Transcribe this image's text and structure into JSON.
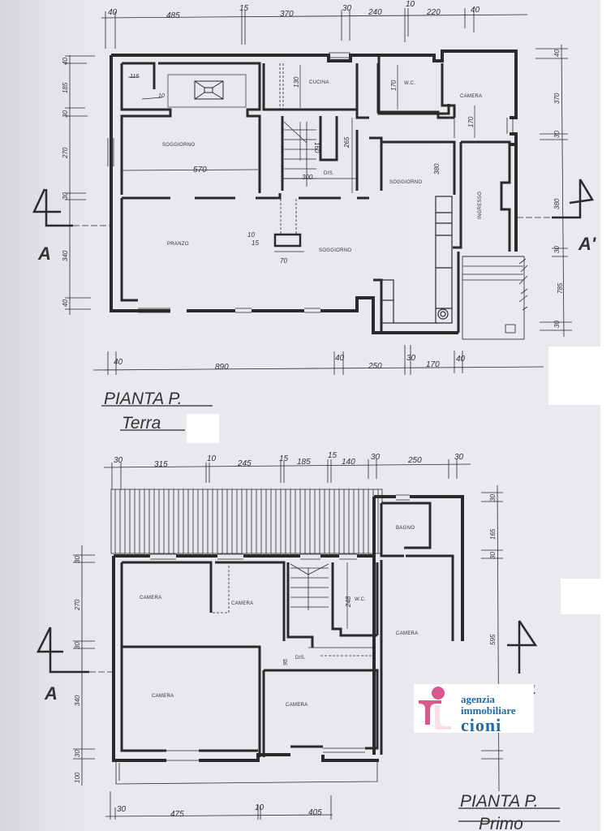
{
  "ground_floor": {
    "title_line1": "PIANTA P.",
    "title_line2": "Terra",
    "top_dimensions": [
      "40",
      "485",
      "15",
      "370",
      "30",
      "240",
      "10",
      "220",
      "40"
    ],
    "bottom_dimensions": [
      "40",
      "890",
      "40",
      "250",
      "30",
      "170",
      "40"
    ],
    "left_dimensions": [
      "40",
      "185",
      "30",
      "270",
      "30",
      "340",
      "40"
    ],
    "right_dimensions": [
      "40",
      "370",
      "30",
      "380",
      "30",
      "785",
      "30"
    ],
    "inner_dimensions": [
      "116",
      "10",
      "570",
      "130",
      "170",
      "170",
      "160",
      "265",
      "300",
      "10",
      "15",
      "70",
      "380"
    ],
    "rooms": {
      "soggiorno_1": "SOGGIORNO",
      "cucina": "CUCINA",
      "wc": "W.C.",
      "camera": "CAMERA",
      "dis": "DIS.",
      "soggiorno_2": "SOGGIORNO",
      "ingresso": "INGRESSO",
      "pranzo": "PRANZO",
      "soggiorno_3": "SOGGIORNO"
    },
    "section_left": "A",
    "section_right": "A'",
    "section_marker": "4"
  },
  "first_floor": {
    "title_line1": "PIANTA P.",
    "title_line2": "Primo",
    "top_dimensions": [
      "30",
      "315",
      "10",
      "245",
      "15",
      "185",
      "15",
      "140",
      "30",
      "250",
      "30"
    ],
    "bottom_dimensions": [
      "30",
      "475",
      "10",
      "405"
    ],
    "left_dimensions": [
      "30",
      "270",
      "30",
      "340",
      "30",
      "100"
    ],
    "right_dimensions": [
      "30",
      "165",
      "30",
      "595"
    ],
    "inner_dimensions": [
      "248",
      "95"
    ],
    "rooms": {
      "camera_1": "CAMERA",
      "camera_2": "CAMERA",
      "wc": "W.C.",
      "bagno": "BAGNO",
      "camera_3": "CAMERA",
      "dis": "DIS.",
      "camera_4": "CAMERA",
      "camera_5": "CAMERA"
    },
    "section_left": "A",
    "section_right": "A1",
    "section_marker": "4"
  },
  "logo": {
    "line1": "agenzia",
    "line2": "immobiliare",
    "line3": "cioni",
    "text_color": "#1f6aa5",
    "mark_color": "#d9568f"
  },
  "colors": {
    "paper": "#e9e9ee",
    "ink": "#2a2a2a"
  }
}
